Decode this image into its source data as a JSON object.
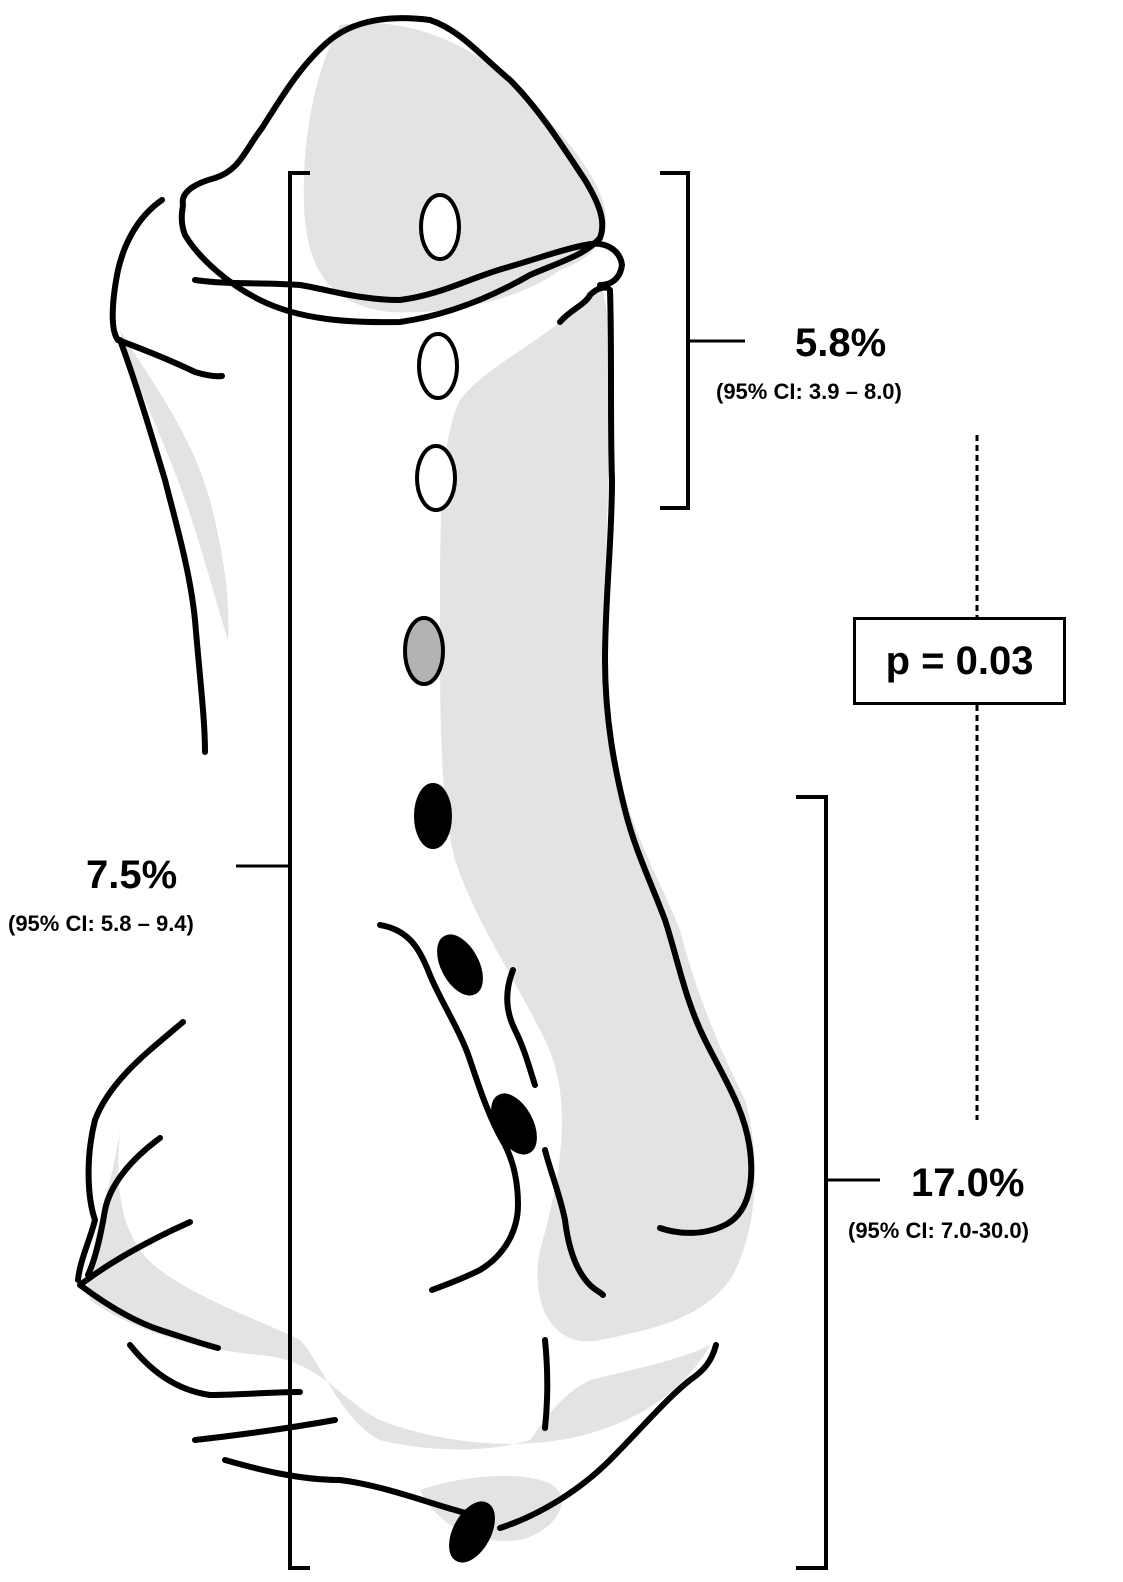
{
  "figure": {
    "top_group": {
      "value": "5.8%",
      "ci": "(95% CI: 3.9 – 8.0)"
    },
    "whole_group": {
      "value": "7.5%",
      "ci": "(95% CI: 5.8 – 9.4)"
    },
    "bottom_group": {
      "value": "17.0%",
      "ci": "(95% CI: 7.0-30.0)"
    },
    "p_value": "p = 0.03",
    "marker_colors": {
      "open": "#ffffff",
      "intermediate": "#b3b3b3",
      "filled": "#000000",
      "bone_shade": "#e3e3e3"
    }
  }
}
